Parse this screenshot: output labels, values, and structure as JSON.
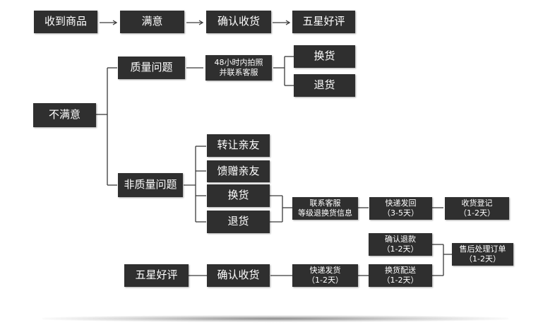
{
  "colors": {
    "box": "#2f2f2f",
    "text": "#ffffff",
    "line": "#3a3a3a"
  },
  "row1": {
    "received": "收到商品",
    "satisfied": "满意",
    "confirm": "确认收货",
    "five_star": "五星好评"
  },
  "unsatisfied": "不满意",
  "quality": {
    "label": "质量问题",
    "note": "48小时内拍照\n并联系客服",
    "exchange": "换货",
    "return": "退货"
  },
  "non_quality": {
    "label": "非质量问题",
    "transfer": "转让亲友",
    "gift": "馈赠亲友",
    "exchange": "换货",
    "return": "退货",
    "contact": "联系客服\n等级退换货信息",
    "send_back": "快递发回\n（3-5天）",
    "receive_register": "收货登记\n（1-2天）"
  },
  "bottom": {
    "five_star": "五星好评",
    "confirm": "确认收货",
    "ship": "快递发货\n（1-2天）",
    "confirm_refund": "确认退款\n（1-2天）",
    "exchange_ship": "换货配送\n（1-2天）",
    "after_sale": "售后处理订单\n（1-2天）"
  }
}
